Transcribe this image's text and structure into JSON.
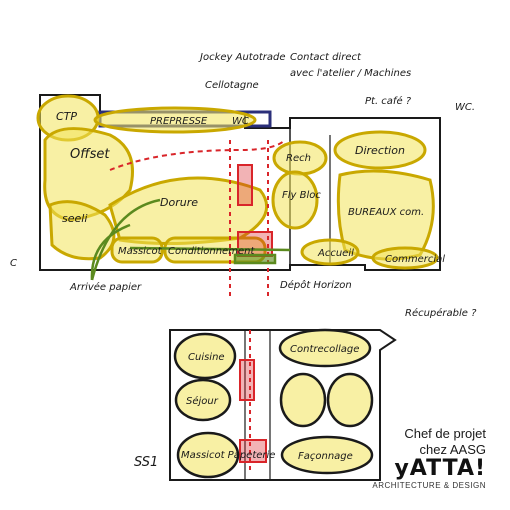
{
  "colors": {
    "zone_fill": "#f3e35a",
    "zone_stroke": "#c9a800",
    "ink": "#1a1a1a",
    "flow_red": "#d9252a",
    "flow_green": "#5b8a1e",
    "wall_blue": "#2b2f7a"
  },
  "annotations": {
    "top_note_1": "Jockey Autotrade",
    "top_note_2": "Cellotagne",
    "top_note_3": "Contact direct",
    "top_note_4": "avec l'atelier / Machines",
    "pt_cafe": "Pt. café ?",
    "wc_top": "WC.",
    "depot_horizon": "Dépôt Horizon",
    "recuperable": "Récupérable ?",
    "arrivee_papier": "Arrivée papier",
    "left_edge": "C"
  },
  "zones": {
    "cap": "CTP",
    "offset": "Offset",
    "presse": "PREPRESSE",
    "wc": "WC",
    "rech": "Rech",
    "fly": "Fly Bloc",
    "direction": "Direction",
    "bureaux": "BUREAUX com.",
    "seeli": "seeli",
    "dorure": "Dorure",
    "massicot": "Massicot",
    "conditionnement": "Conditionnement",
    "accueil": "Accueil",
    "commercial": "Commercial",
    "cuisine": "Cuisine",
    "sejour": "Séjour",
    "massicot2": "Massicot Papeterie",
    "contrecollage": "Contrecollage",
    "faconnage": "Façonnage",
    "ss1": "SS1"
  },
  "captions": {
    "line1": "Chef de projet",
    "line2": "chez AASG",
    "brand": "yATTA!",
    "brand_sub": "ARCHITECTURE & DESIGN"
  }
}
